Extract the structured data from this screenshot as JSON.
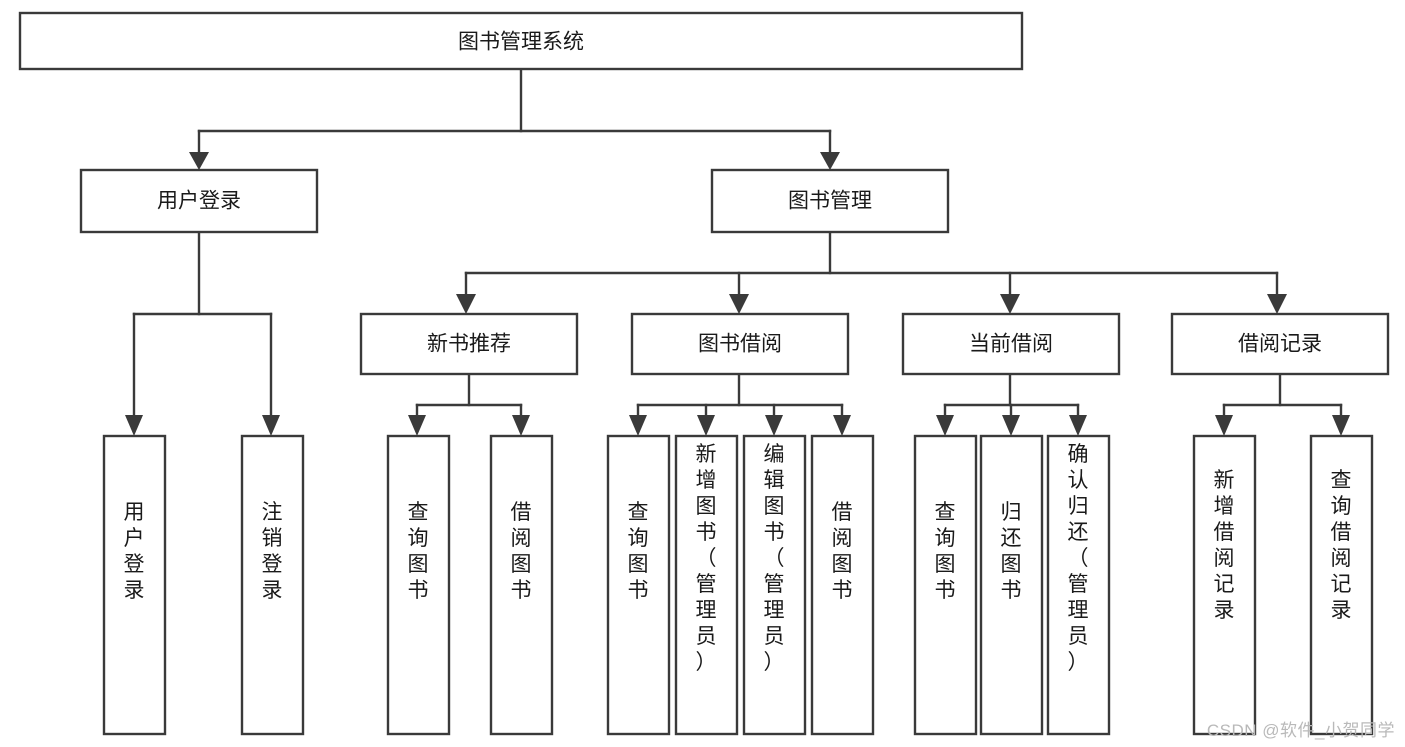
{
  "diagram": {
    "type": "tree-hierarchy-chart",
    "title": "图书管理系统",
    "watermark": "CSDN @软件_小贺同学",
    "colors": {
      "box_stroke": "#3a3a3a",
      "box_fill": "#ffffff",
      "text": "#1a1a1a",
      "background": "#ffffff",
      "watermark": "#b9b9b9"
    },
    "levels": {
      "root": {
        "label": "图书管理系统"
      },
      "level2": [
        {
          "label": "用户登录"
        },
        {
          "label": "图书管理"
        }
      ],
      "level3": [
        {
          "label": "新书推荐"
        },
        {
          "label": "图书借阅"
        },
        {
          "label": "当前借阅"
        },
        {
          "label": "借阅记录"
        }
      ],
      "leaves": {
        "user_login": [
          {
            "label": "用户登录"
          },
          {
            "label": "注销登录"
          }
        ],
        "new_book_recommend": [
          {
            "label": "查询图书"
          },
          {
            "label": "借阅图书"
          }
        ],
        "book_borrow": [
          {
            "label": "查询图书"
          },
          {
            "label": "新增图书（管理员）"
          },
          {
            "label": "编辑图书（管理员）"
          },
          {
            "label": "借阅图书"
          }
        ],
        "current_borrow": [
          {
            "label": "查询图书"
          },
          {
            "label": "归还图书"
          },
          {
            "label": "确认归还（管理员）"
          }
        ],
        "borrow_record": [
          {
            "label": "新增借阅记录"
          },
          {
            "label": "查询借阅记录"
          }
        ]
      }
    }
  }
}
